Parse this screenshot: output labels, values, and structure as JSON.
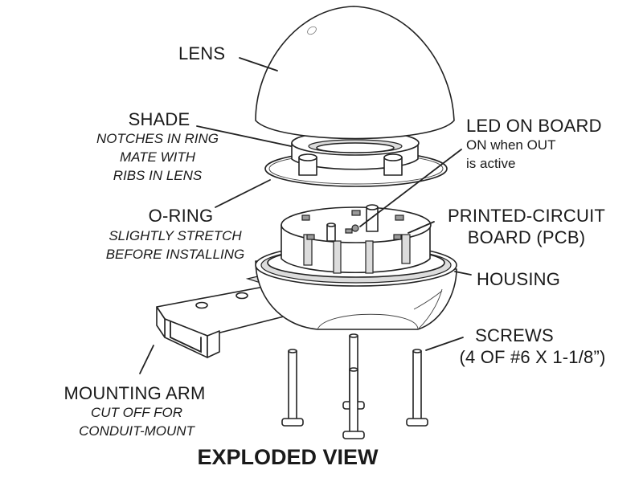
{
  "title": "EXPLODED VIEW",
  "labels": {
    "lens": "LENS",
    "shade": "SHADE",
    "shade_note_1": "NOTCHES IN RING",
    "shade_note_2": "MATE WITH",
    "shade_note_3": "RIBS  IN LENS",
    "led": "LED ON BOARD",
    "led_note_1": "ON when OUT",
    "led_note_2": "is active",
    "oring": "O-RING",
    "oring_note_1": "SLIGHTLY STRETCH",
    "oring_note_2": "BEFORE INSTALLING",
    "pcb_1": "PRINTED-CIRCUIT",
    "pcb_2": "BOARD (PCB)",
    "housing": "HOUSING",
    "screws_1": "SCREWS",
    "screws_2": "(4 OF #6 X 1-1/8”)",
    "arm": "MOUNTING ARM",
    "arm_note_1": "CUT OFF FOR",
    "arm_note_2": "CONDUIT-MOUNT"
  },
  "colors": {
    "line": "#222222",
    "fill_light": "#dcdcdc",
    "fill_dark": "#9a9a9a",
    "background": "#ffffff"
  }
}
